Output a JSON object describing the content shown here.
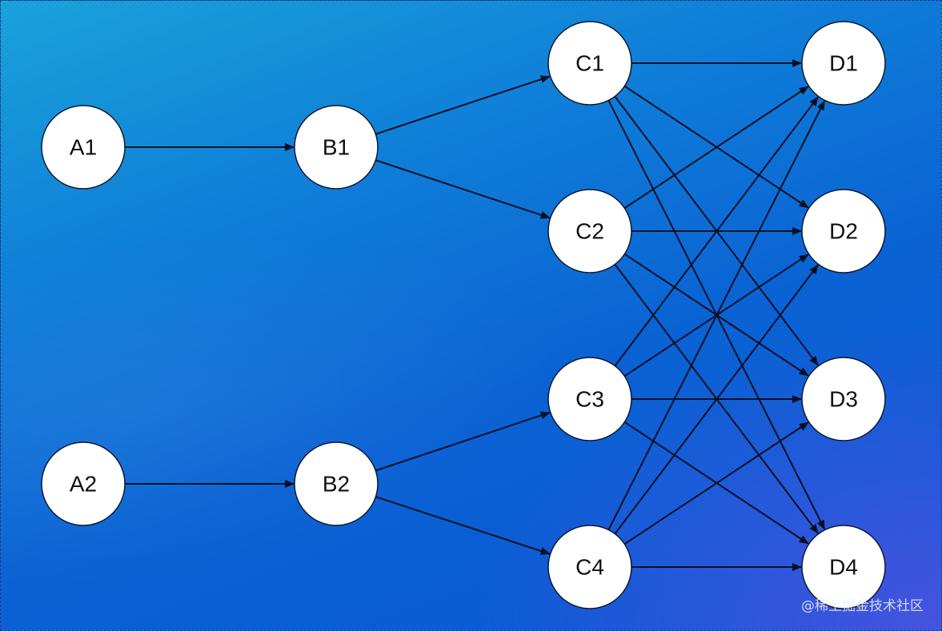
{
  "diagram": {
    "nodes": [
      {
        "id": "A1",
        "label": "A1"
      },
      {
        "id": "A2",
        "label": "A2"
      },
      {
        "id": "B1",
        "label": "B1"
      },
      {
        "id": "B2",
        "label": "B2"
      },
      {
        "id": "C1",
        "label": "C1"
      },
      {
        "id": "C2",
        "label": "C2"
      },
      {
        "id": "C3",
        "label": "C3"
      },
      {
        "id": "C4",
        "label": "C4"
      },
      {
        "id": "D1",
        "label": "D1"
      },
      {
        "id": "D2",
        "label": "D2"
      },
      {
        "id": "D3",
        "label": "D3"
      },
      {
        "id": "D4",
        "label": "D4"
      }
    ],
    "edges": [
      [
        "A1",
        "B1"
      ],
      [
        "A2",
        "B2"
      ],
      [
        "B1",
        "C1"
      ],
      [
        "B1",
        "C2"
      ],
      [
        "B2",
        "C3"
      ],
      [
        "B2",
        "C4"
      ],
      [
        "C1",
        "D1"
      ],
      [
        "C1",
        "D2"
      ],
      [
        "C1",
        "D3"
      ],
      [
        "C1",
        "D4"
      ],
      [
        "C2",
        "D1"
      ],
      [
        "C2",
        "D2"
      ],
      [
        "C2",
        "D3"
      ],
      [
        "C2",
        "D4"
      ],
      [
        "C3",
        "D1"
      ],
      [
        "C3",
        "D2"
      ],
      [
        "C3",
        "D3"
      ],
      [
        "C3",
        "D4"
      ],
      [
        "C4",
        "D1"
      ],
      [
        "C4",
        "D2"
      ],
      [
        "C4",
        "D3"
      ],
      [
        "C4",
        "D4"
      ]
    ]
  },
  "watermark": "@稀土掘金技术社区"
}
